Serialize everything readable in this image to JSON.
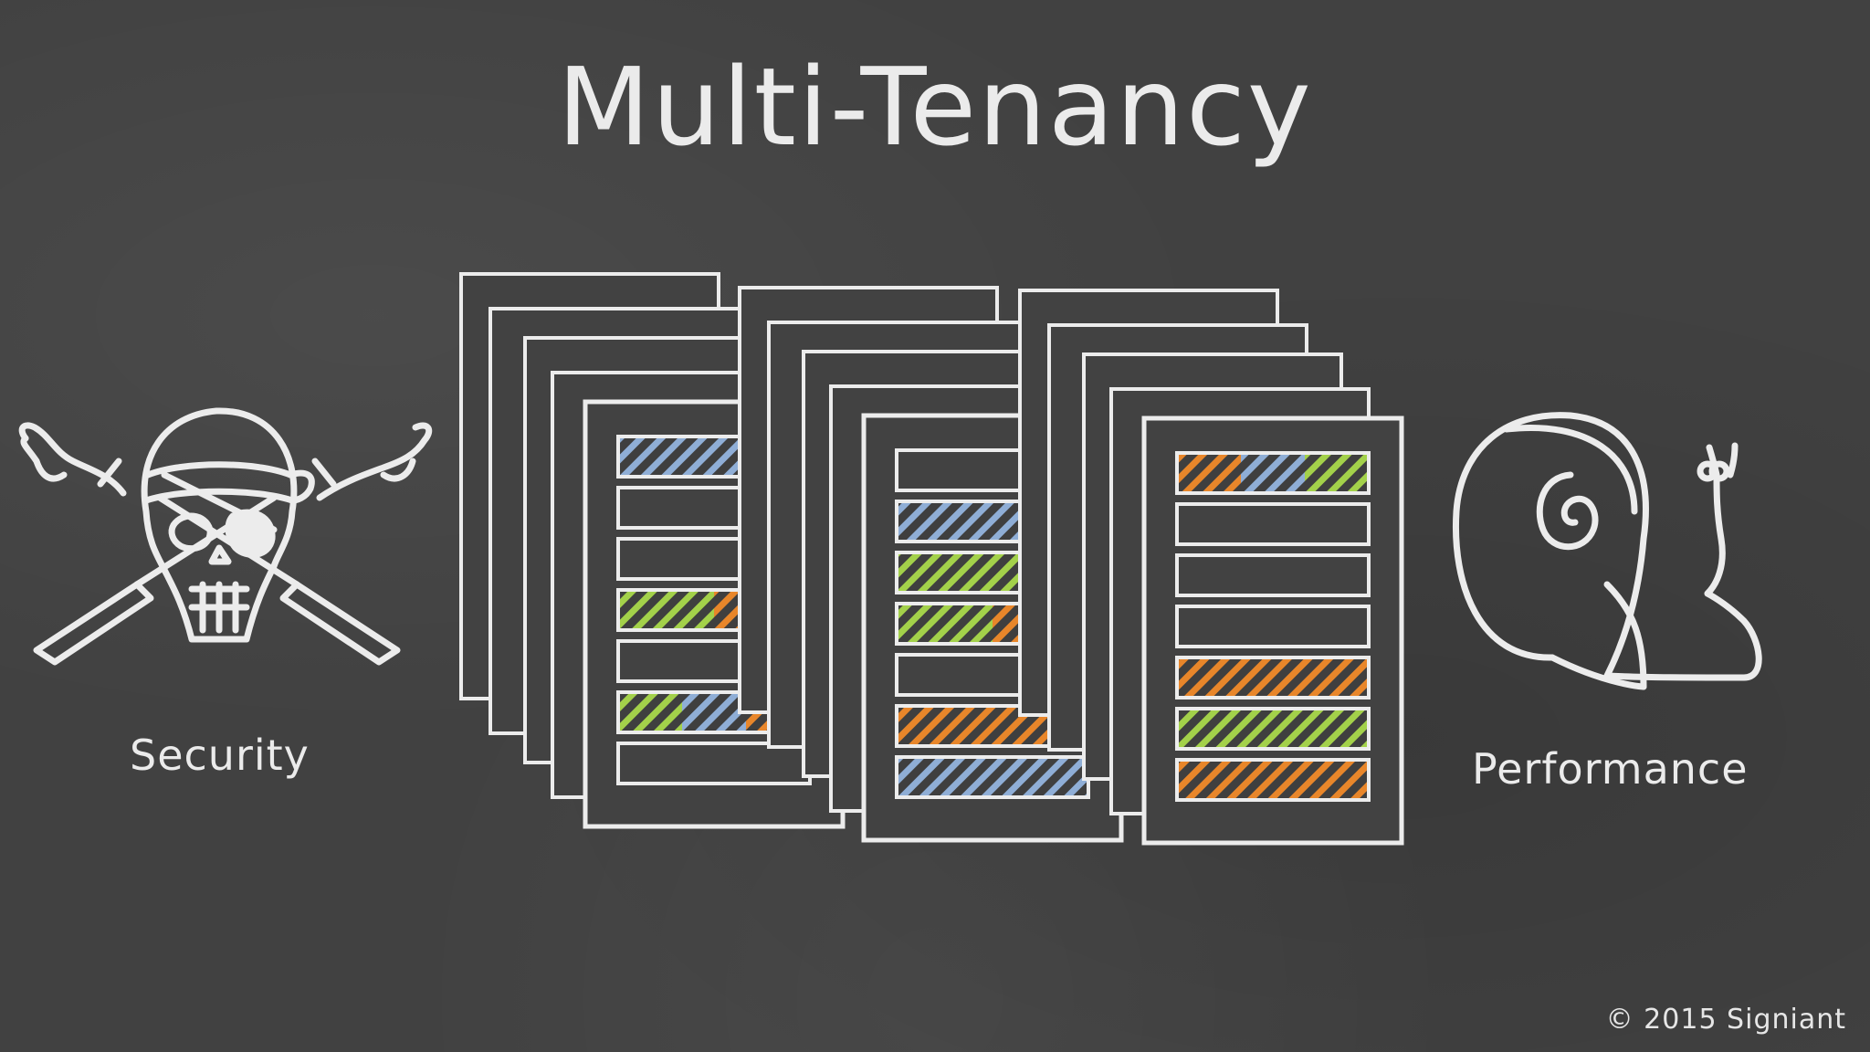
{
  "title": "Multi-Tenancy",
  "labels": {
    "security": "Security",
    "performance": "Performance"
  },
  "copyright": "© 2015 Signiant",
  "icons": {
    "security": "pirate-skull-crossed-swords-icon",
    "performance": "snail-icon"
  },
  "colors": {
    "background": "#414141",
    "chalk": "#ececec",
    "blue": "#8faed6",
    "green": "#a3d14a",
    "orange": "#e8862a"
  },
  "servers": [
    {
      "name": "server-stack-1",
      "rows": [
        [
          "blue"
        ],
        [],
        [],
        [
          "green",
          "orange"
        ],
        [],
        [
          "green",
          "blue",
          "orange"
        ],
        []
      ]
    },
    {
      "name": "server-stack-2",
      "rows": [
        [],
        [
          "blue"
        ],
        [
          "green"
        ],
        [
          "green",
          "orange"
        ],
        [],
        [
          "orange"
        ],
        [
          "blue"
        ]
      ]
    },
    {
      "name": "server-stack-3",
      "rows": [
        [
          "orange",
          "blue",
          "green"
        ],
        [],
        [],
        [],
        [
          "orange"
        ],
        [
          "green"
        ],
        [
          "orange"
        ]
      ]
    }
  ]
}
